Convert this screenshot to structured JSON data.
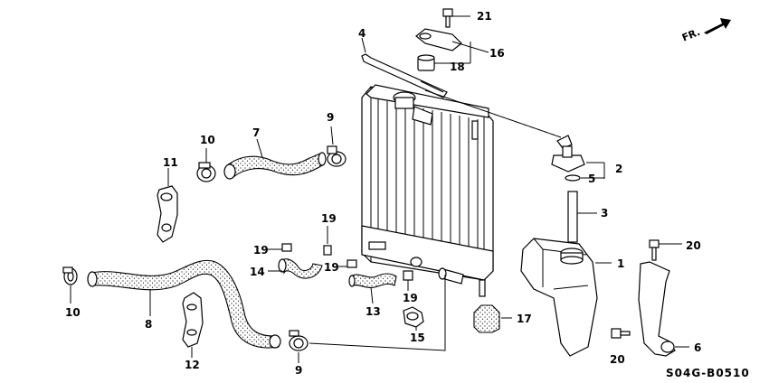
{
  "diagram": {
    "direction_label": "FR.",
    "part_code": "S04G-B0510",
    "callouts": {
      "c1": "1",
      "c2": "2",
      "c3": "3",
      "c4": "4",
      "c5": "5",
      "c6": "6",
      "c7": "7",
      "c8": "8",
      "c9a": "9",
      "c9b": "9",
      "c10a": "10",
      "c10b": "10",
      "c11": "11",
      "c12": "12",
      "c13": "13",
      "c14": "14",
      "c15": "15",
      "c16": "16",
      "c17": "17",
      "c18": "18",
      "c19a": "19",
      "c19b": "19",
      "c19c": "19",
      "c19d": "19",
      "c20a": "20",
      "c20b": "20",
      "c21": "21"
    },
    "parts": [
      "radiator",
      "reserve-tank",
      "reserve-tank-cap",
      "overflow-hose",
      "stay",
      "upper-hose",
      "lower-hose",
      "hose-clamp",
      "tube-clamp",
      "hose-clip-a",
      "hose-clip-b",
      "hose-a",
      "hose-b",
      "clip",
      "cap",
      "cushion",
      "cushion-b",
      "bolt",
      "nut",
      "bolt-washer",
      "stay-bracket"
    ]
  }
}
